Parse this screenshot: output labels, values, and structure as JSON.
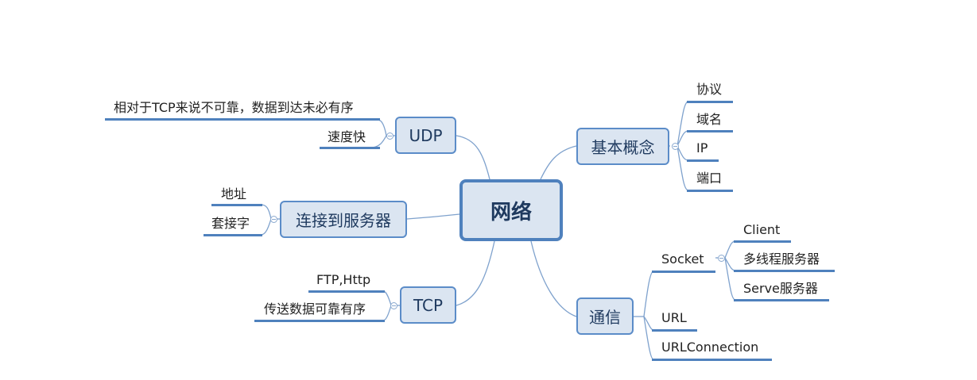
{
  "root": {
    "label": "网络"
  },
  "topics": {
    "udp": {
      "label": "UDP",
      "children": [
        "相对于TCP来说不可靠，数据到达未必有序",
        "速度快"
      ]
    },
    "connect": {
      "label": "连接到服务器",
      "children": [
        "地址",
        "套接字"
      ]
    },
    "tcp": {
      "label": "TCP",
      "children": [
        "FTP,Http",
        "传送数据可靠有序"
      ]
    },
    "basic": {
      "label": "基本概念",
      "children": [
        "协议",
        "域名",
        "IP",
        "端口"
      ]
    },
    "comm": {
      "label": "通信",
      "children": [
        "Socket",
        "URL",
        "URLConnection"
      ],
      "socket_children": [
        "Client",
        "多线程服务器",
        "Serve服务器"
      ]
    }
  },
  "colors": {
    "node_fill": "#dbe5f1",
    "node_border": "#4f81bd",
    "connector": "#7fa2cd"
  }
}
